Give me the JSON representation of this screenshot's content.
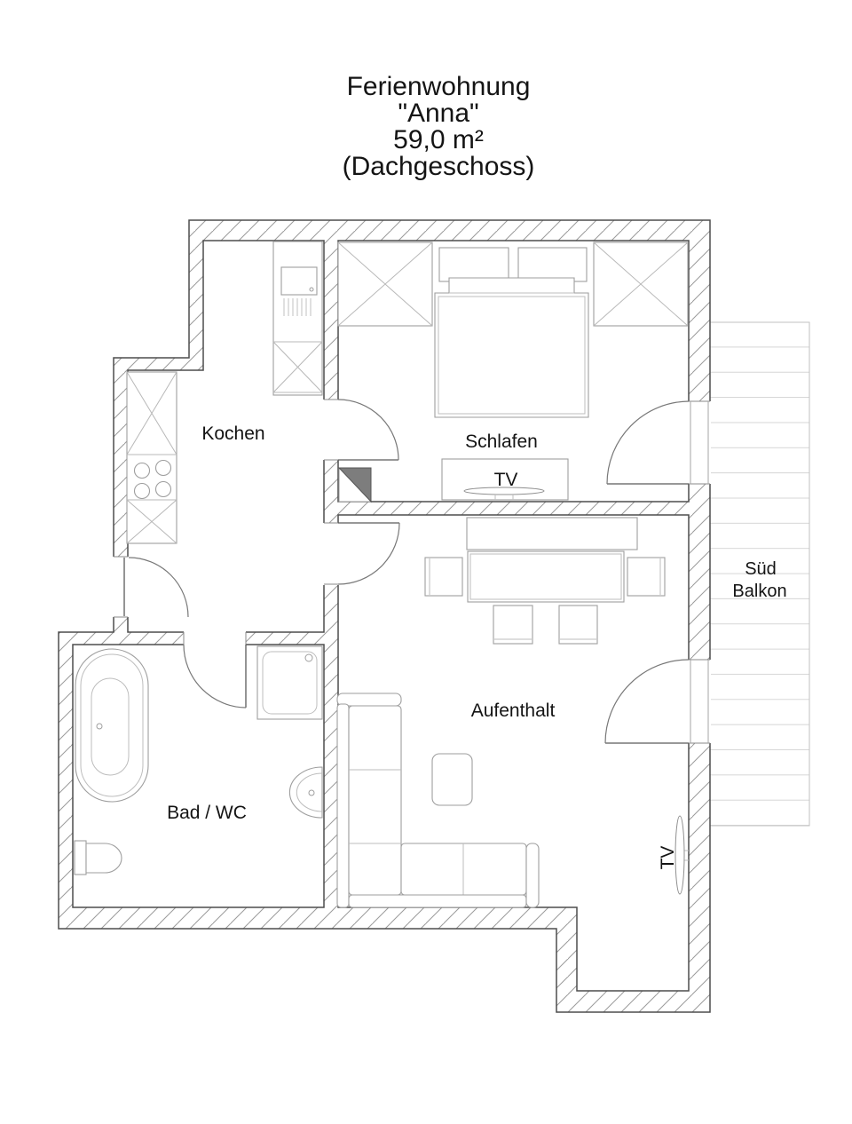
{
  "title": {
    "line1": "Ferienwohnung",
    "line2": "\"Anna\"",
    "line3": "59,0 m²",
    "line4": "(Dachgeschoss)"
  },
  "rooms": {
    "kitchen": "Kochen",
    "bedroom": "Schlafen",
    "living": "Aufenthalt",
    "bath": "Bad / WC"
  },
  "balcony": {
    "line1": "Süd",
    "line2": "Balkon"
  },
  "tv": {
    "bedroom": "TV",
    "living": "TV"
  },
  "colors": {
    "wall_outline": "#4d4d4d",
    "wall_hatch": "#9a9a9a",
    "furniture_line": "#9e9e9e",
    "door_line": "#787878",
    "chimney_fill": "#7d7d7d",
    "text": "#141414",
    "balcony_line": "#d0d0d0"
  }
}
